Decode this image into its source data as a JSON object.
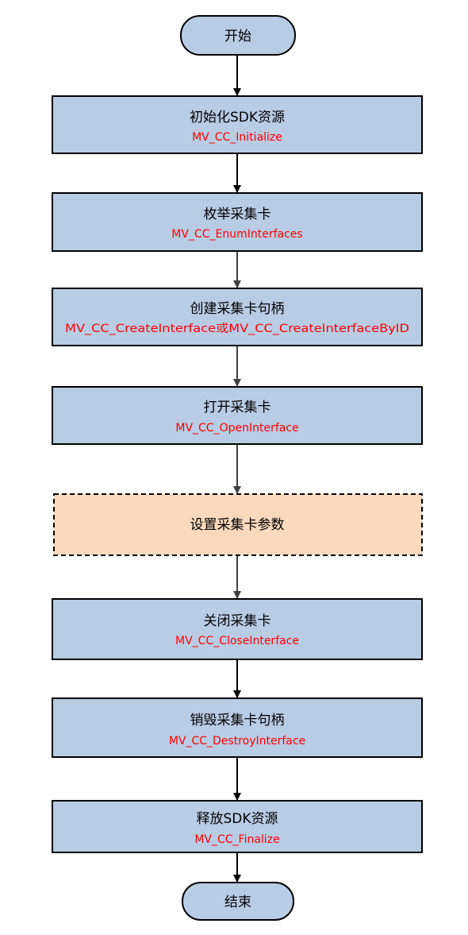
{
  "colors": {
    "process_fill": "#b8cce4",
    "optional_fill": "#fad9bc",
    "terminal_fill": "#b8cce4",
    "stroke": "#000000",
    "api_text": "#ff0000",
    "arrow_dark": "#000000",
    "arrow_gray": "#404040"
  },
  "flow": {
    "start": {
      "label": "开始"
    },
    "steps": [
      {
        "title": "初始化SDK资源",
        "api": "MV_CC_Initialize"
      },
      {
        "title": "枚举采集卡",
        "api": "MV_CC_EnumInterfaces"
      },
      {
        "title": "创建采集卡句柄",
        "api": "MV_CC_CreateInterface或MV_CC_CreateInterfaceByID"
      },
      {
        "title": "打开采集卡",
        "api": "MV_CC_OpenInterface"
      },
      {
        "title": "设置采集卡参数",
        "api": "",
        "optional": true
      },
      {
        "title": "关闭采集卡",
        "api": "MV_CC_CloseInterface"
      },
      {
        "title": "销毁采集卡句柄",
        "api": "MV_CC_DestroyInterface"
      },
      {
        "title": "释放SDK资源",
        "api": "MV_CC_Finalize"
      }
    ],
    "end": {
      "label": "结束"
    }
  }
}
